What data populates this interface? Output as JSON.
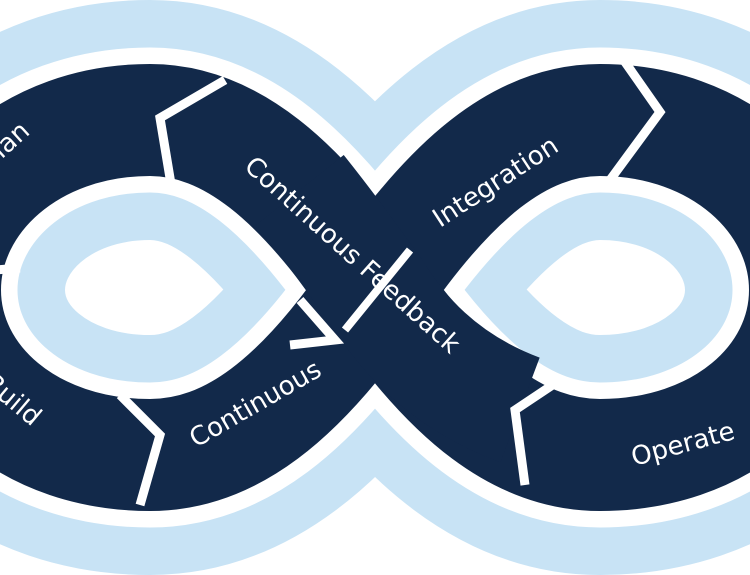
{
  "colors": {
    "band": "#12294a",
    "halo": "#c8e3f5",
    "background": "#ffffff"
  },
  "stages": {
    "plan": "Plan",
    "continuous_feedback": "Continuous Feedback",
    "integration": "Integration",
    "continuous": "Continuous",
    "build": "Build",
    "operate": "Operate"
  }
}
